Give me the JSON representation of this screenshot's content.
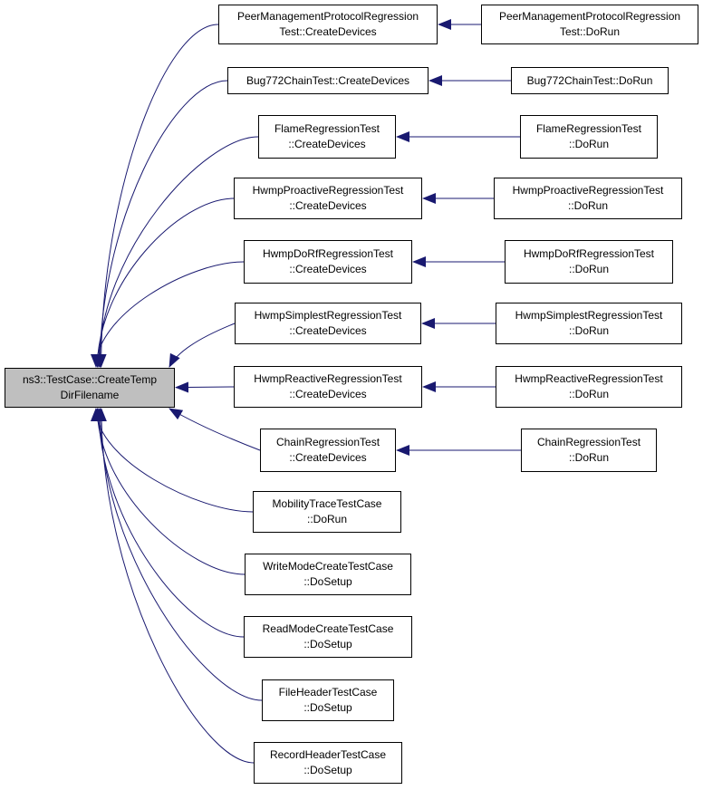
{
  "graph": {
    "edge_color": "#191970",
    "root": {
      "id": "root",
      "lines": [
        "ns3::TestCase::CreateTemp",
        "DirFilename"
      ],
      "fill": "#bfbfbf"
    },
    "nodes": [
      {
        "id": "pmp-cd",
        "lines": [
          "PeerManagementProtocolRegression",
          "Test::CreateDevices"
        ]
      },
      {
        "id": "pmp-run",
        "lines": [
          "PeerManagementProtocolRegression",
          "Test::DoRun"
        ]
      },
      {
        "id": "bug-cd",
        "lines": [
          "Bug772ChainTest::CreateDevices"
        ]
      },
      {
        "id": "bug-run",
        "lines": [
          "Bug772ChainTest::DoRun"
        ]
      },
      {
        "id": "flame-cd",
        "lines": [
          "FlameRegressionTest",
          "::CreateDevices"
        ]
      },
      {
        "id": "flame-run",
        "lines": [
          "FlameRegressionTest",
          "::DoRun"
        ]
      },
      {
        "id": "hpro-cd",
        "lines": [
          "HwmpProactiveRegressionTest",
          "::CreateDevices"
        ]
      },
      {
        "id": "hpro-run",
        "lines": [
          "HwmpProactiveRegressionTest",
          "::DoRun"
        ]
      },
      {
        "id": "hdorf-cd",
        "lines": [
          "HwmpDoRfRegressionTest",
          "::CreateDevices"
        ]
      },
      {
        "id": "hdorf-run",
        "lines": [
          "HwmpDoRfRegressionTest",
          "::DoRun"
        ]
      },
      {
        "id": "hsim-cd",
        "lines": [
          "HwmpSimplestRegressionTest",
          "::CreateDevices"
        ]
      },
      {
        "id": "hsim-run",
        "lines": [
          "HwmpSimplestRegressionTest",
          "::DoRun"
        ]
      },
      {
        "id": "hrea-cd",
        "lines": [
          "HwmpReactiveRegressionTest",
          "::CreateDevices"
        ]
      },
      {
        "id": "hrea-run",
        "lines": [
          "HwmpReactiveRegressionTest",
          "::DoRun"
        ]
      },
      {
        "id": "chain-cd",
        "lines": [
          "ChainRegressionTest",
          "::CreateDevices"
        ]
      },
      {
        "id": "chain-run",
        "lines": [
          "ChainRegressionTest",
          "::DoRun"
        ]
      },
      {
        "id": "mob-run",
        "lines": [
          "MobilityTraceTestCase",
          "::DoRun"
        ]
      },
      {
        "id": "wm-setup",
        "lines": [
          "WriteModeCreateTestCase",
          "::DoSetup"
        ]
      },
      {
        "id": "rm-setup",
        "lines": [
          "ReadModeCreateTestCase",
          "::DoSetup"
        ]
      },
      {
        "id": "fh-setup",
        "lines": [
          "FileHeaderTestCase",
          "::DoSetup"
        ]
      },
      {
        "id": "rh-setup",
        "lines": [
          "RecordHeaderTestCase",
          "::DoSetup"
        ]
      }
    ],
    "edges": [
      {
        "from": "pmp-cd",
        "to": "root"
      },
      {
        "from": "pmp-run",
        "to": "pmp-cd"
      },
      {
        "from": "bug-cd",
        "to": "root"
      },
      {
        "from": "bug-run",
        "to": "bug-cd"
      },
      {
        "from": "flame-cd",
        "to": "root"
      },
      {
        "from": "flame-run",
        "to": "flame-cd"
      },
      {
        "from": "hpro-cd",
        "to": "root"
      },
      {
        "from": "hpro-run",
        "to": "hpro-cd"
      },
      {
        "from": "hdorf-cd",
        "to": "root"
      },
      {
        "from": "hdorf-run",
        "to": "hdorf-cd"
      },
      {
        "from": "hsim-cd",
        "to": "root"
      },
      {
        "from": "hsim-run",
        "to": "hsim-cd"
      },
      {
        "from": "hrea-cd",
        "to": "root"
      },
      {
        "from": "hrea-run",
        "to": "hrea-cd"
      },
      {
        "from": "chain-cd",
        "to": "root"
      },
      {
        "from": "chain-run",
        "to": "chain-cd"
      },
      {
        "from": "mob-run",
        "to": "root"
      },
      {
        "from": "wm-setup",
        "to": "root"
      },
      {
        "from": "rm-setup",
        "to": "root"
      },
      {
        "from": "fh-setup",
        "to": "root"
      },
      {
        "from": "rh-setup",
        "to": "root"
      }
    ]
  }
}
